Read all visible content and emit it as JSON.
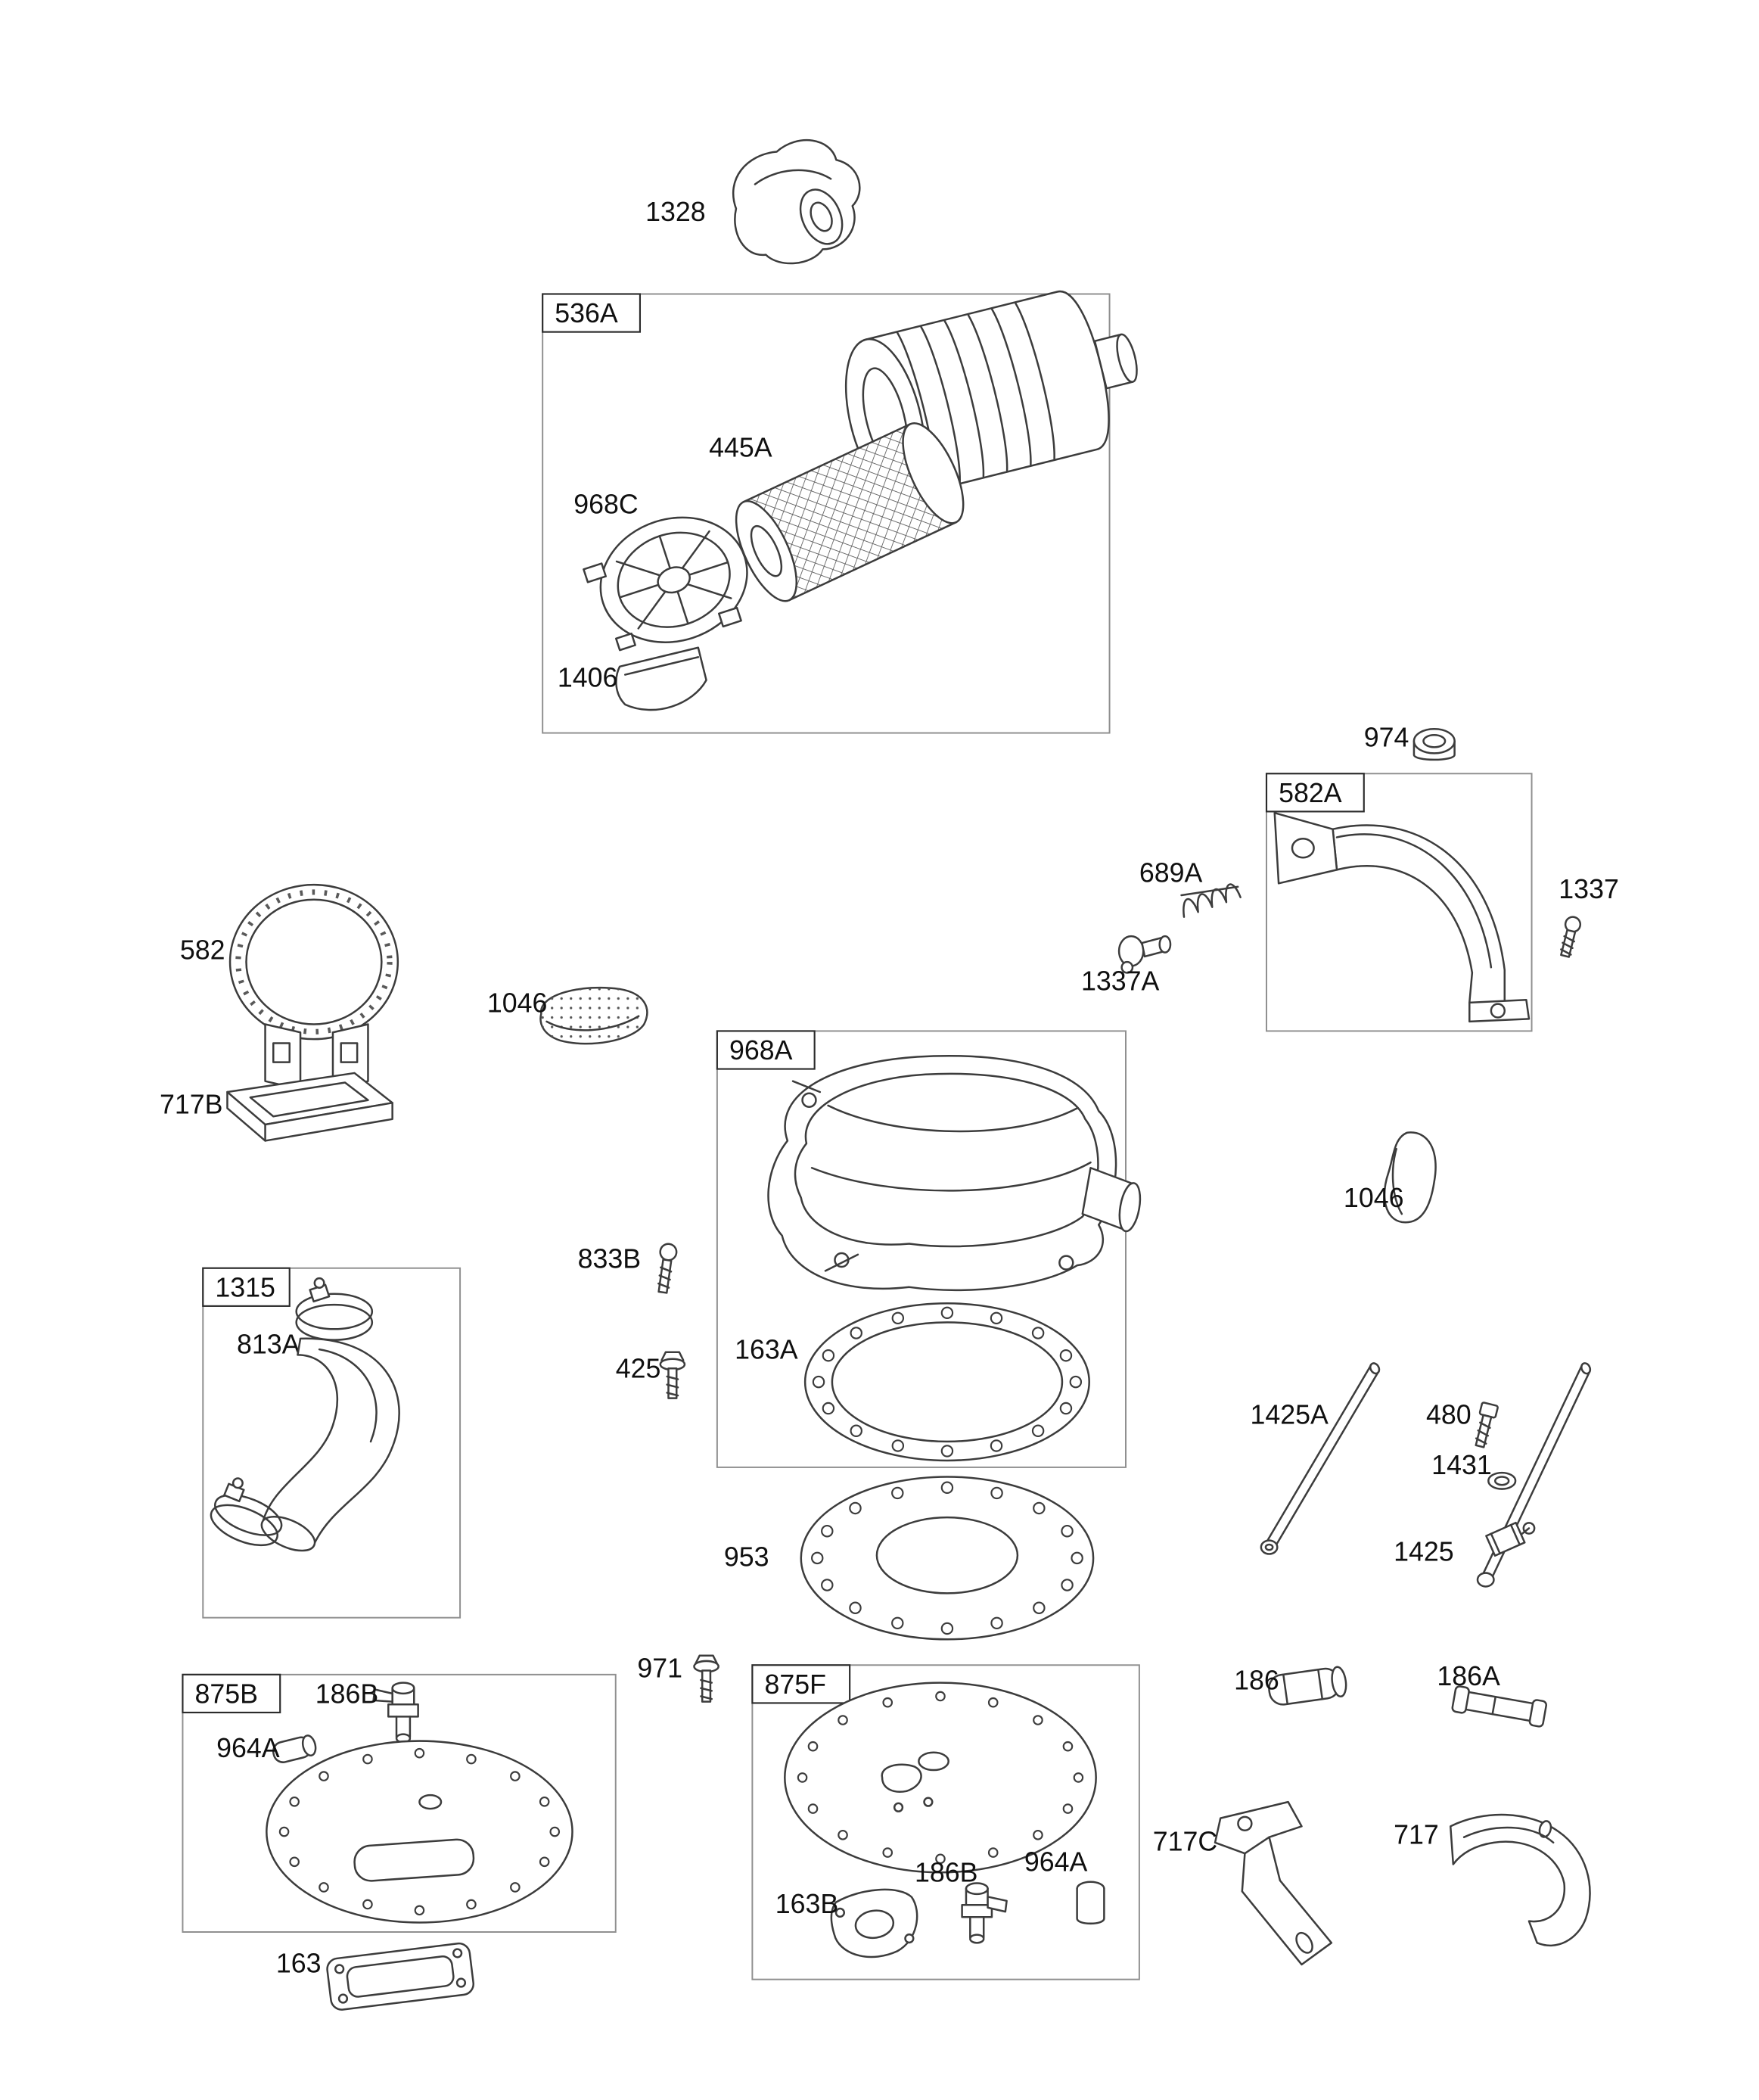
{
  "colors": {
    "line": "#3c3c3c",
    "text": "#101010",
    "group_box_border": "#8f8f8f",
    "label_box_border": "#2b2b2b",
    "background": "#ffffff"
  },
  "labels": {
    "1328": "1328",
    "536A": "536A",
    "445A": "445A",
    "968C": "968C",
    "1406": "1406",
    "974": "974",
    "582A": "582A",
    "689A": "689A",
    "1337": "1337",
    "1337A": "1337A",
    "582": "582",
    "1046": "1046",
    "717B": "717B",
    "968A": "968A",
    "833B": "833B",
    "163A": "163A",
    "425": "425",
    "1315": "1315",
    "813A": "813A",
    "1425A": "1425A",
    "480": "480",
    "1431": "1431",
    "1425": "1425",
    "953": "953",
    "971": "971",
    "875B": "875B",
    "186B": "186B",
    "964A": "964A",
    "875F": "875F",
    "163B": "163B",
    "186": "186",
    "186A": "186A",
    "717C": "717C",
    "717": "717",
    "163": "163"
  }
}
